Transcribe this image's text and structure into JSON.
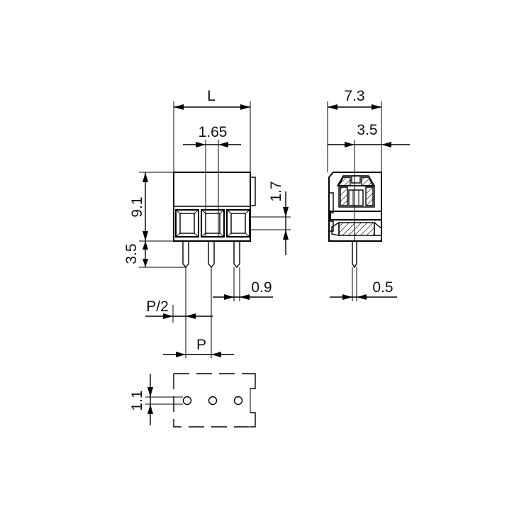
{
  "dimensions": {
    "length_label": "L",
    "contact_spacing": "1.65",
    "height_total": "9.1",
    "pin_length": "3.5",
    "upper_offset": "1.7",
    "pin_width": "0.9",
    "half_pitch": "P/2",
    "pitch": "P",
    "hole_offset": "1.1",
    "side_width": "7.3",
    "side_pin_offset": "3.5",
    "side_pin_width": "0.5"
  }
}
